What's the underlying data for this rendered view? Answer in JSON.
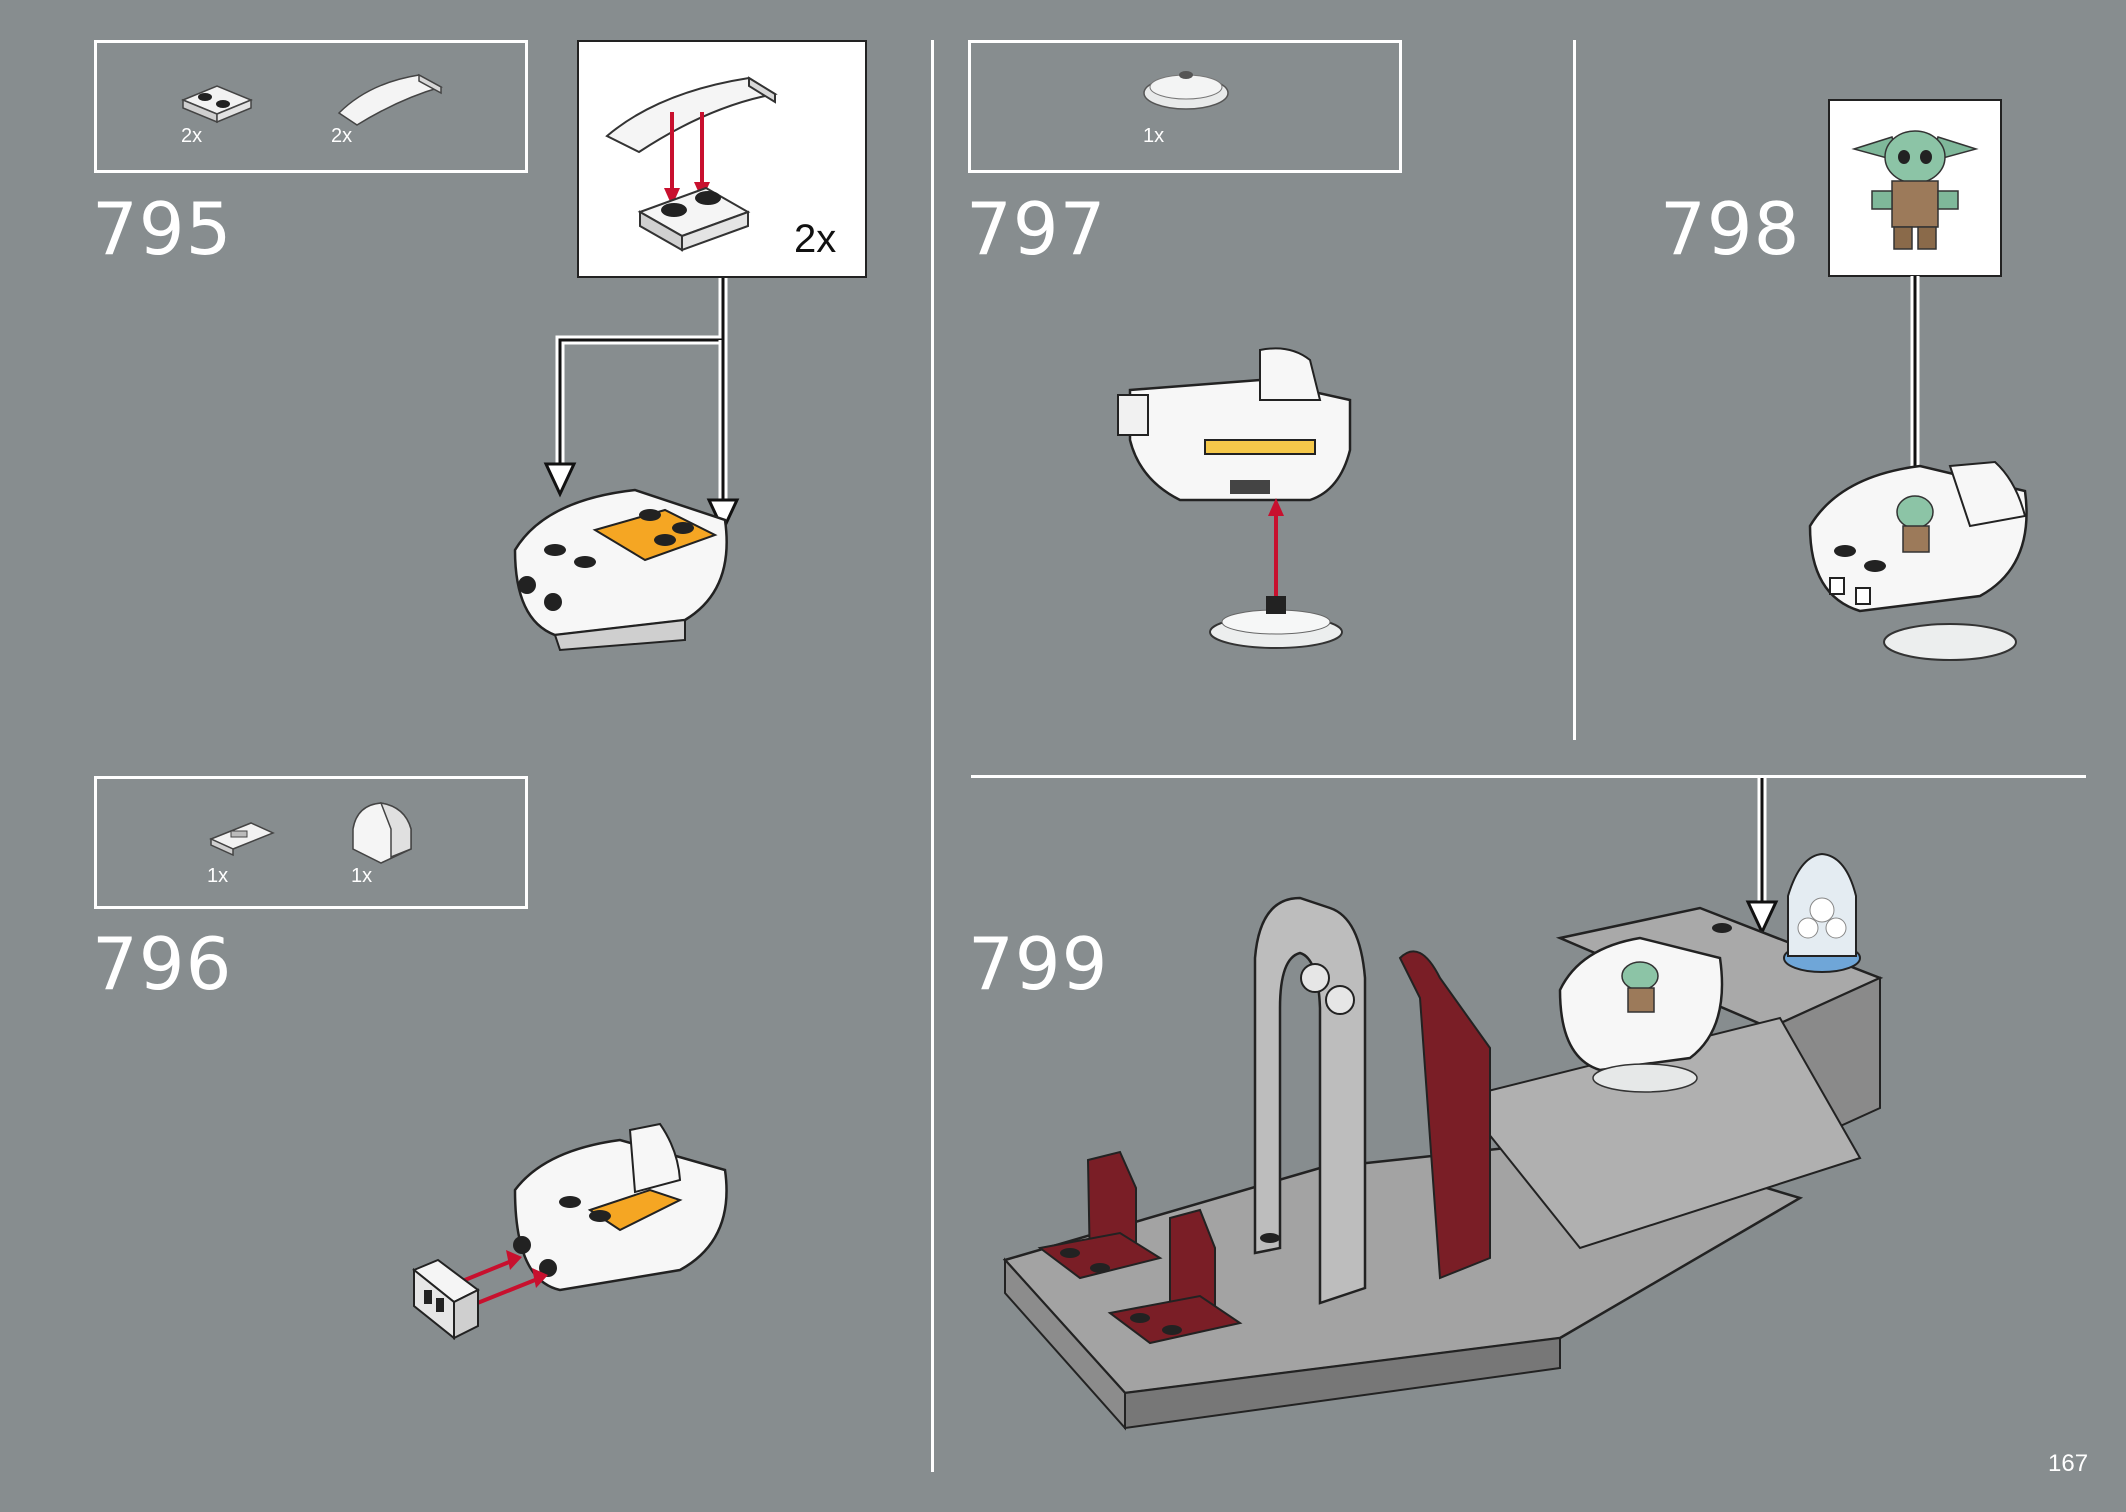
{
  "steps": [
    {
      "number": "795",
      "parts": [
        {
          "qty": "2x",
          "icon": "plate-1x2-with-studs"
        },
        {
          "qty": "2x",
          "icon": "curved-slope-plate"
        }
      ],
      "callout_multiplier": "2x"
    },
    {
      "number": "796",
      "parts": [
        {
          "qty": "1x",
          "icon": "tile-with-clip"
        },
        {
          "qty": "1x",
          "icon": "curved-slope-brick"
        }
      ]
    },
    {
      "number": "797",
      "parts": [
        {
          "qty": "1x",
          "icon": "transparent-dish"
        }
      ]
    },
    {
      "number": "798",
      "minifig": "grogu-minifigure"
    },
    {
      "number": "799"
    }
  ],
  "page_number": "167",
  "colors": {
    "background": "#878d8f",
    "arrow_red": "#c8102e",
    "orange": "#f5a623",
    "dark_red": "#7a1e26"
  }
}
